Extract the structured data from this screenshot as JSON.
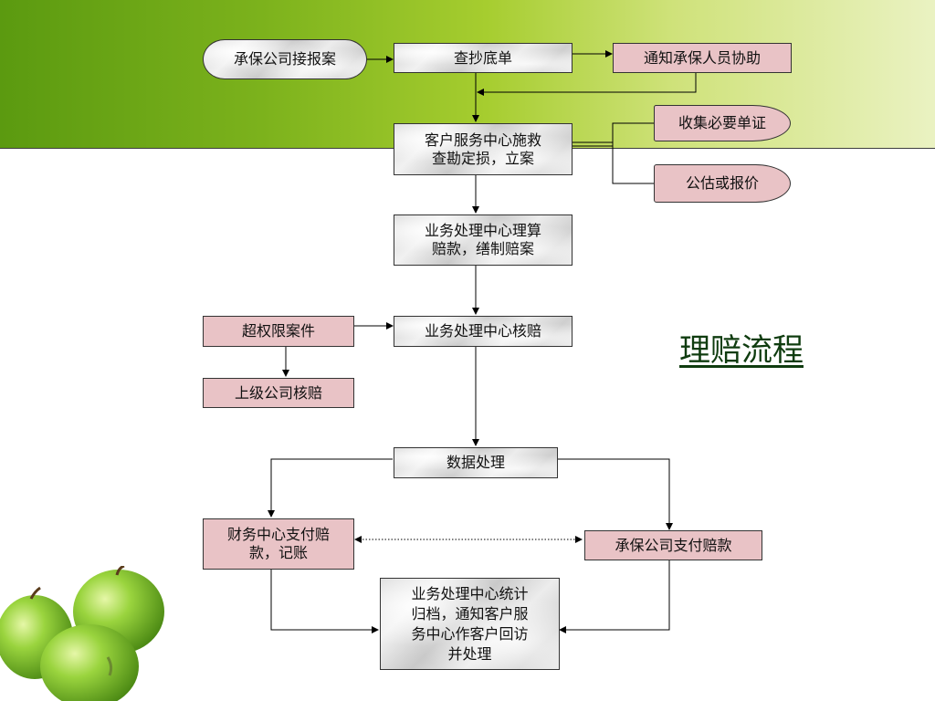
{
  "diagram": {
    "title": "理赔流程",
    "nodes": {
      "report": "承保公司接报案",
      "check": "查抄底单",
      "notify": "通知承保人员协助",
      "service_line1": "客户服务中心施救",
      "service_line2": "查勘定损，立案",
      "collect": "收集必要单证",
      "estimate": "公估或报价",
      "calc_line1": "业务处理中心理算",
      "calc_line2": "赔款，缮制赔案",
      "verify": "业务处理中心核赔",
      "over_limit": "超权限案件",
      "superior": "上级公司核赔",
      "data": "数据处理",
      "finance_line1": "财务中心支付赔",
      "finance_line2": "款，记账",
      "insurer_pay": "承保公司支付赔款",
      "archive_line1": "业务处理中心统计",
      "archive_line2": "归档，通知客户服",
      "archive_line3": "务中心作客户回访",
      "archive_line4": "并处理"
    }
  },
  "colors": {
    "banner_start": "#5b9a10",
    "banner_end": "#eaf2c2",
    "pink_box": "#e9c3c6",
    "title_text": "#0f3c0f",
    "apple": "#8cc63f"
  }
}
